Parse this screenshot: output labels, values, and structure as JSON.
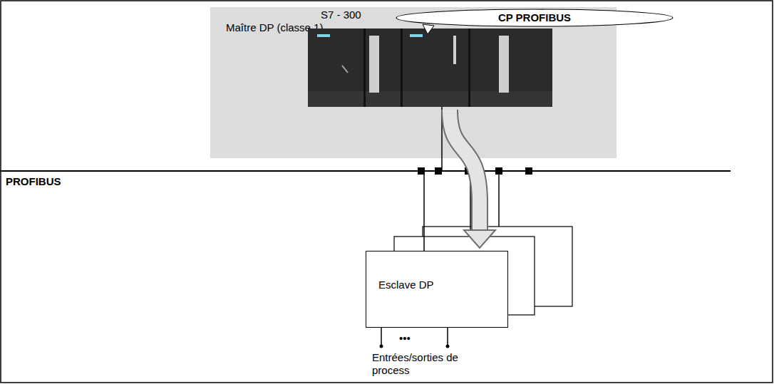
{
  "diagram": {
    "nodes": [
      {
        "text": [
          "Maître DP (classe 1)"
        ]
      },
      {
        "text": [
          "S7 - 300"
        ],
        "in": 0
      },
      {
        "text": [
          "CP PROFIBUS"
        ]
      },
      {
        "text": [
          "Esclave DP"
        ]
      }
    ],
    "edges": [
      {
        "from": 1,
        "to": 3,
        "arrow": "to"
      }
    ],
    "labels": [
      "PROFIBUS",
      "•••",
      "Entrées/sorties de process"
    ]
  }
}
